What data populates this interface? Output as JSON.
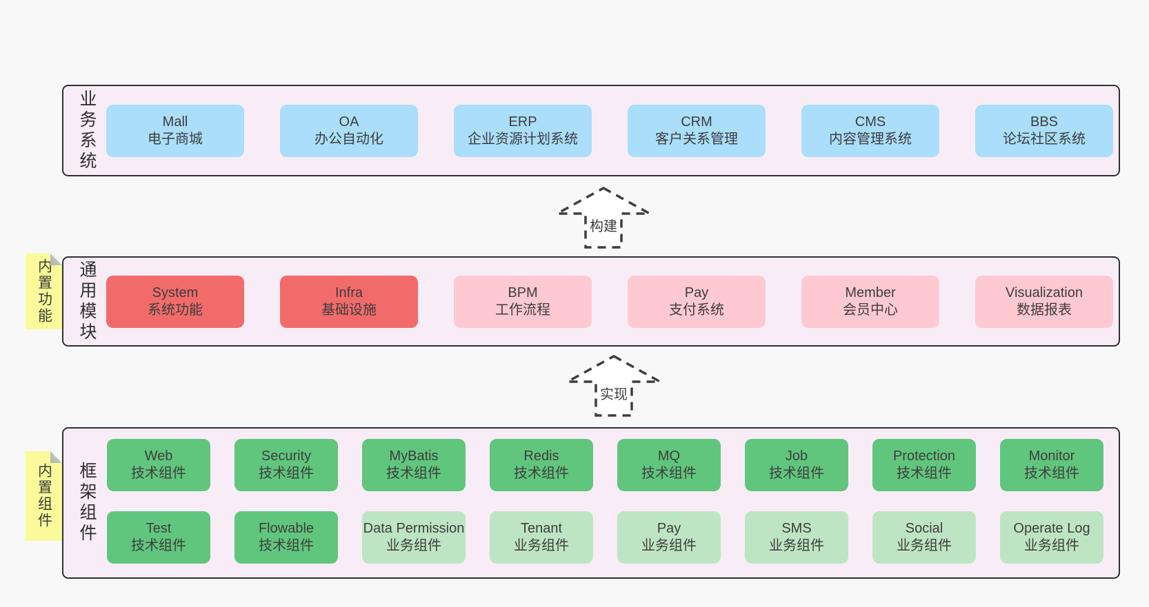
{
  "diagram": {
    "palette": {
      "page_background": "#f8f8f8",
      "band_background": "#f8edf6",
      "band_border": "#2f2f2f",
      "blue_box": "#aadefa",
      "red_box": "#f26b6b",
      "pink_box": "#ffc9d2",
      "green_box": "#61c67d",
      "light_green_box": "#bee5c3",
      "sticky_yellow": "#fafa9b",
      "text": "#3d3d3d"
    },
    "arrows": [
      {
        "label": "构建"
      },
      {
        "label": "实现"
      }
    ],
    "bands": [
      {
        "label": "业务系统",
        "boxes": [
          {
            "name": "Mall",
            "desc": "电子商城"
          },
          {
            "name": "OA",
            "desc": "办公自动化"
          },
          {
            "name": "ERP",
            "desc": "企业资源计划系统"
          },
          {
            "name": "CRM",
            "desc": "客户关系管理"
          },
          {
            "name": "CMS",
            "desc": "内容管理系统"
          },
          {
            "name": "BBS",
            "desc": "论坛社区系统"
          }
        ]
      },
      {
        "label": "通用模块",
        "sticky": "内置功能",
        "boxes": [
          {
            "name": "System",
            "desc": "系统功能",
            "variant": "red"
          },
          {
            "name": "Infra",
            "desc": "基础设施",
            "variant": "red"
          },
          {
            "name": "BPM",
            "desc": "工作流程",
            "variant": "pink"
          },
          {
            "name": "Pay",
            "desc": "支付系统",
            "variant": "pink"
          },
          {
            "name": "Member",
            "desc": "会员中心",
            "variant": "pink"
          },
          {
            "name": "Visualization",
            "desc": "数据报表",
            "variant": "pink"
          }
        ]
      },
      {
        "label": "框架组件",
        "sticky": "内置组件",
        "rows": [
          [
            {
              "name": "Web",
              "desc": "技术组件",
              "variant": "green"
            },
            {
              "name": "Security",
              "desc": "技术组件",
              "variant": "green"
            },
            {
              "name": "MyBatis",
              "desc": "技术组件",
              "variant": "green"
            },
            {
              "name": "Redis",
              "desc": "技术组件",
              "variant": "green"
            },
            {
              "name": "MQ",
              "desc": "技术组件",
              "variant": "green"
            },
            {
              "name": "Job",
              "desc": "技术组件",
              "variant": "green"
            },
            {
              "name": "Protection",
              "desc": "技术组件",
              "variant": "green"
            },
            {
              "name": "Monitor",
              "desc": "技术组件",
              "variant": "green"
            }
          ],
          [
            {
              "name": "Test",
              "desc": "技术组件",
              "variant": "green"
            },
            {
              "name": "Flowable",
              "desc": "技术组件",
              "variant": "green"
            },
            {
              "name": "Data Permission",
              "desc": "业务组件",
              "variant": "lightgreen"
            },
            {
              "name": "Tenant",
              "desc": "业务组件",
              "variant": "lightgreen"
            },
            {
              "name": "Pay",
              "desc": "业务组件",
              "variant": "lightgreen"
            },
            {
              "name": "SMS",
              "desc": "业务组件",
              "variant": "lightgreen"
            },
            {
              "name": "Social",
              "desc": "业务组件",
              "variant": "lightgreen"
            },
            {
              "name": "Operate Log",
              "desc": "业务组件",
              "variant": "lightgreen"
            }
          ]
        ]
      }
    ]
  }
}
